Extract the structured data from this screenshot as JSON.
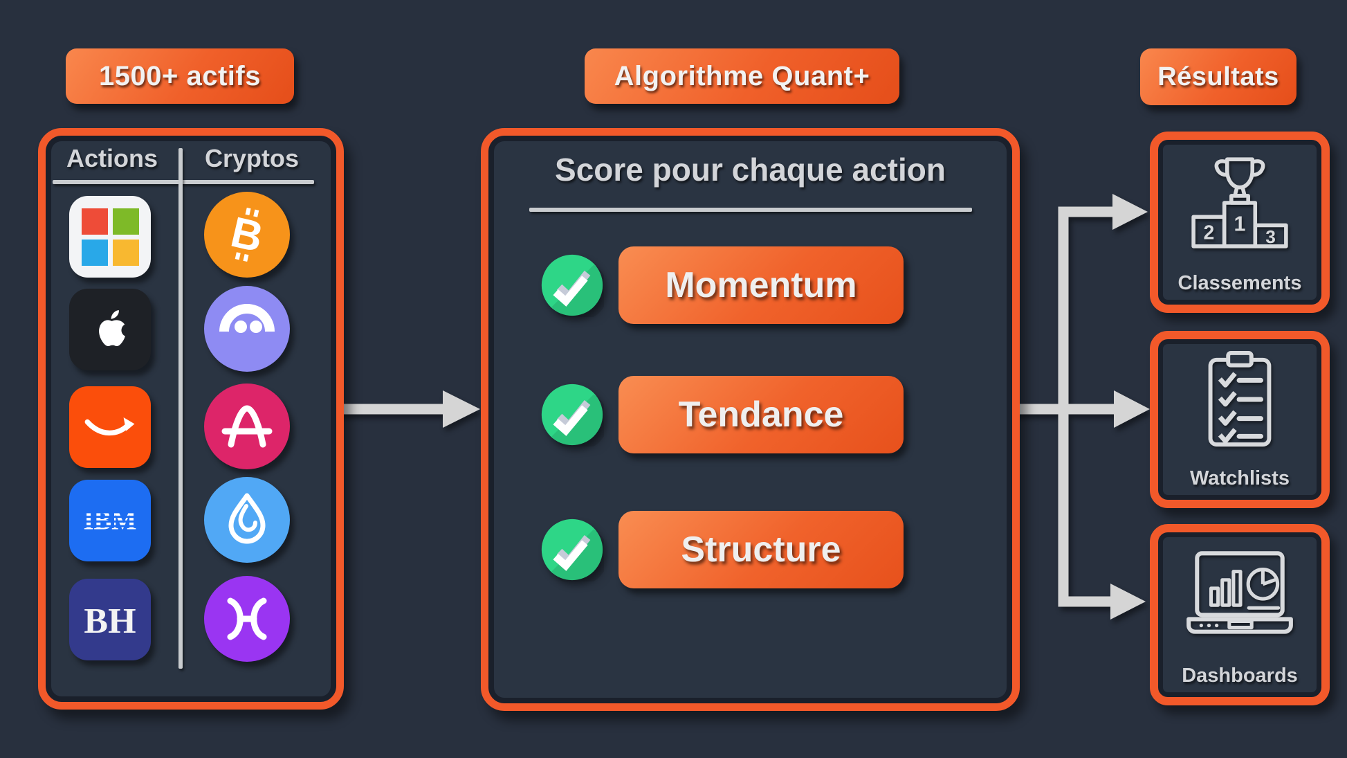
{
  "badges": {
    "left": "1500+ actifs",
    "center": "Algorithme Quant+",
    "right": "Résultats"
  },
  "left_panel": {
    "columns": [
      {
        "header": "Actions",
        "assets": [
          "microsoft",
          "apple",
          "amazon",
          "ibm",
          "berkshire-hathaway"
        ]
      },
      {
        "header": "Cryptos",
        "assets": [
          "bitcoin",
          "purple-arc-dots-coin",
          "amp",
          "sui-droplet-coin",
          "violet-h-coin"
        ]
      }
    ],
    "ibm_text": "IBM",
    "bh_text": "BH",
    "btc_glyph": "B"
  },
  "center_panel": {
    "title": "Score pour chaque action",
    "factors": [
      {
        "label": "Momentum"
      },
      {
        "label": "Tendance"
      },
      {
        "label": "Structure"
      }
    ]
  },
  "right_panel": {
    "outputs": [
      {
        "label": "Classements",
        "icon": "podium-trophy-icon"
      },
      {
        "label": "Watchlists",
        "icon": "checklist-clipboard-icon"
      },
      {
        "label": "Dashboards",
        "icon": "laptop-analytics-icon"
      }
    ],
    "podium_numbers": [
      "2",
      "1",
      "3"
    ]
  },
  "colors": {
    "background": "#28303e",
    "accent_orange": "#f2592a",
    "arrow_grey": "#d5d5d5",
    "check_green": "#2ed687",
    "bitcoin_orange": "#f7931a",
    "amp_pink": "#dd2569",
    "sui_blue": "#51a8f5",
    "hcoin_violet": "#9a35f2",
    "arc_coin_purple": "#8e8bf3"
  }
}
